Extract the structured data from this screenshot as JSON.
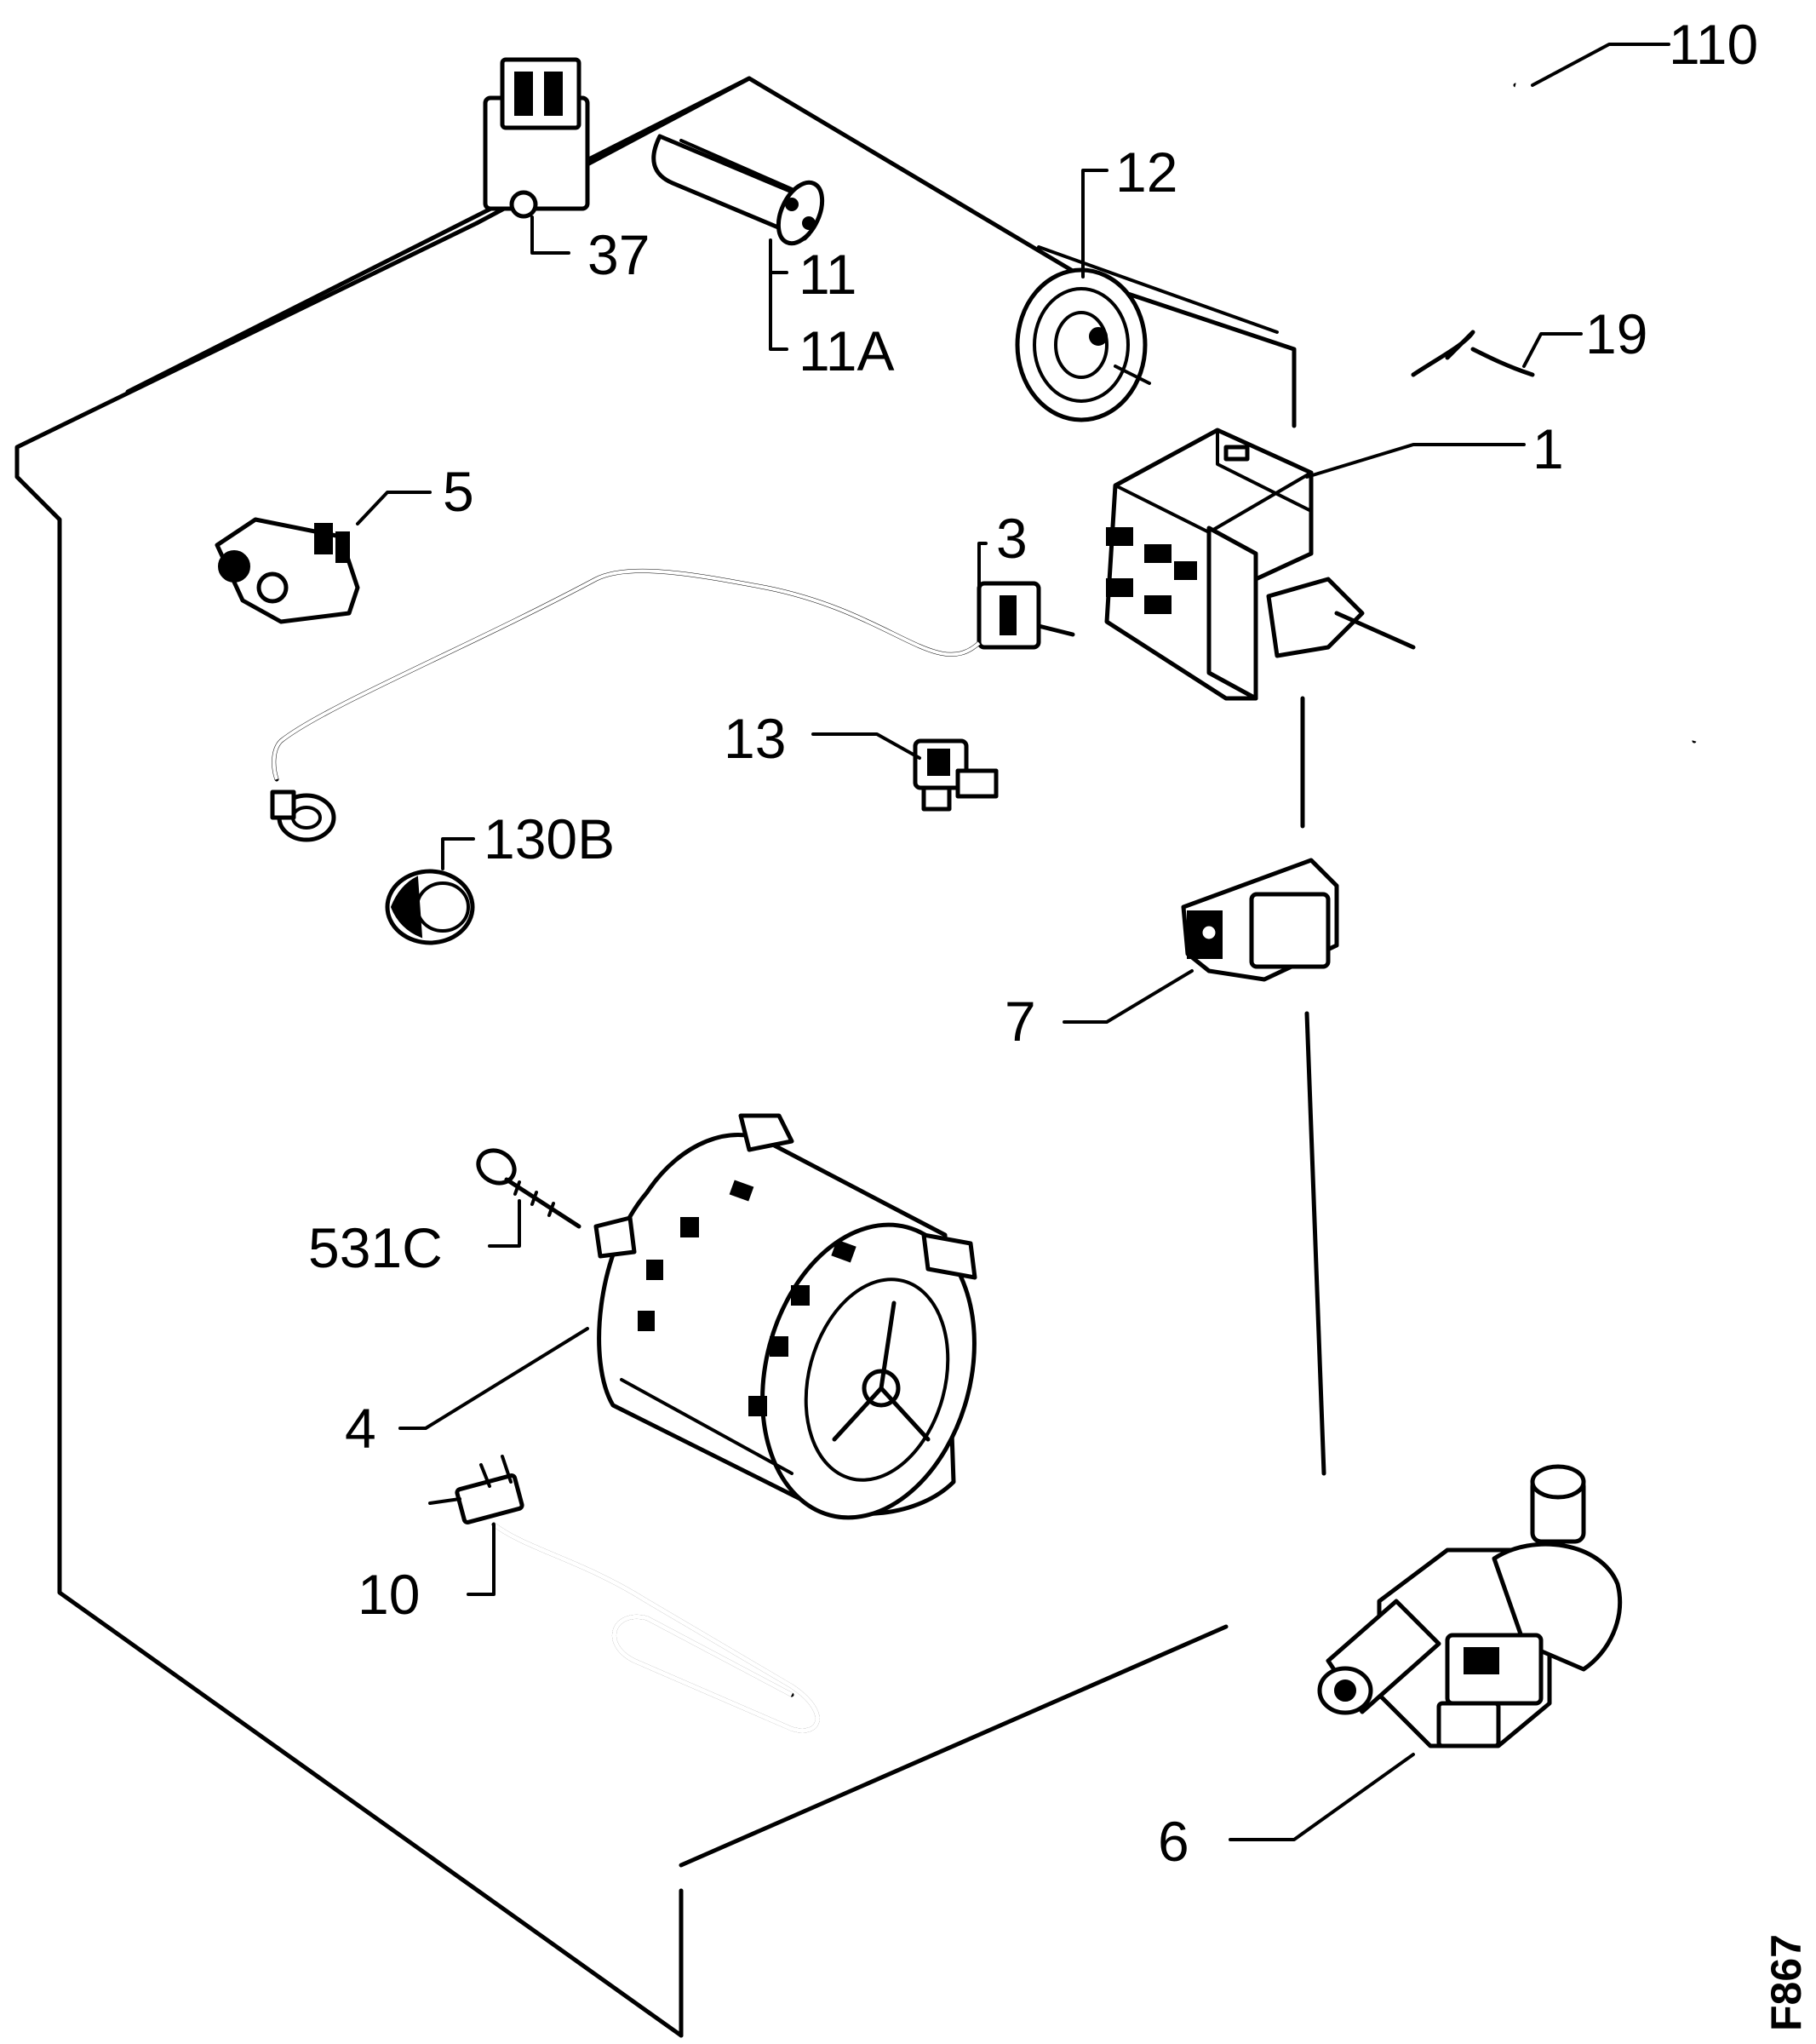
{
  "drawing_code": "F867",
  "callouts": {
    "p110": "110",
    "p12": "12",
    "p37": "37",
    "p11": "11",
    "p11a": "11A",
    "p19": "19",
    "p1": "1",
    "p5": "5",
    "p3": "3",
    "p13": "13",
    "p130b": "130B",
    "p7": "7",
    "p531c": "531C",
    "p4": "4",
    "p10": "10",
    "p6": "6"
  }
}
